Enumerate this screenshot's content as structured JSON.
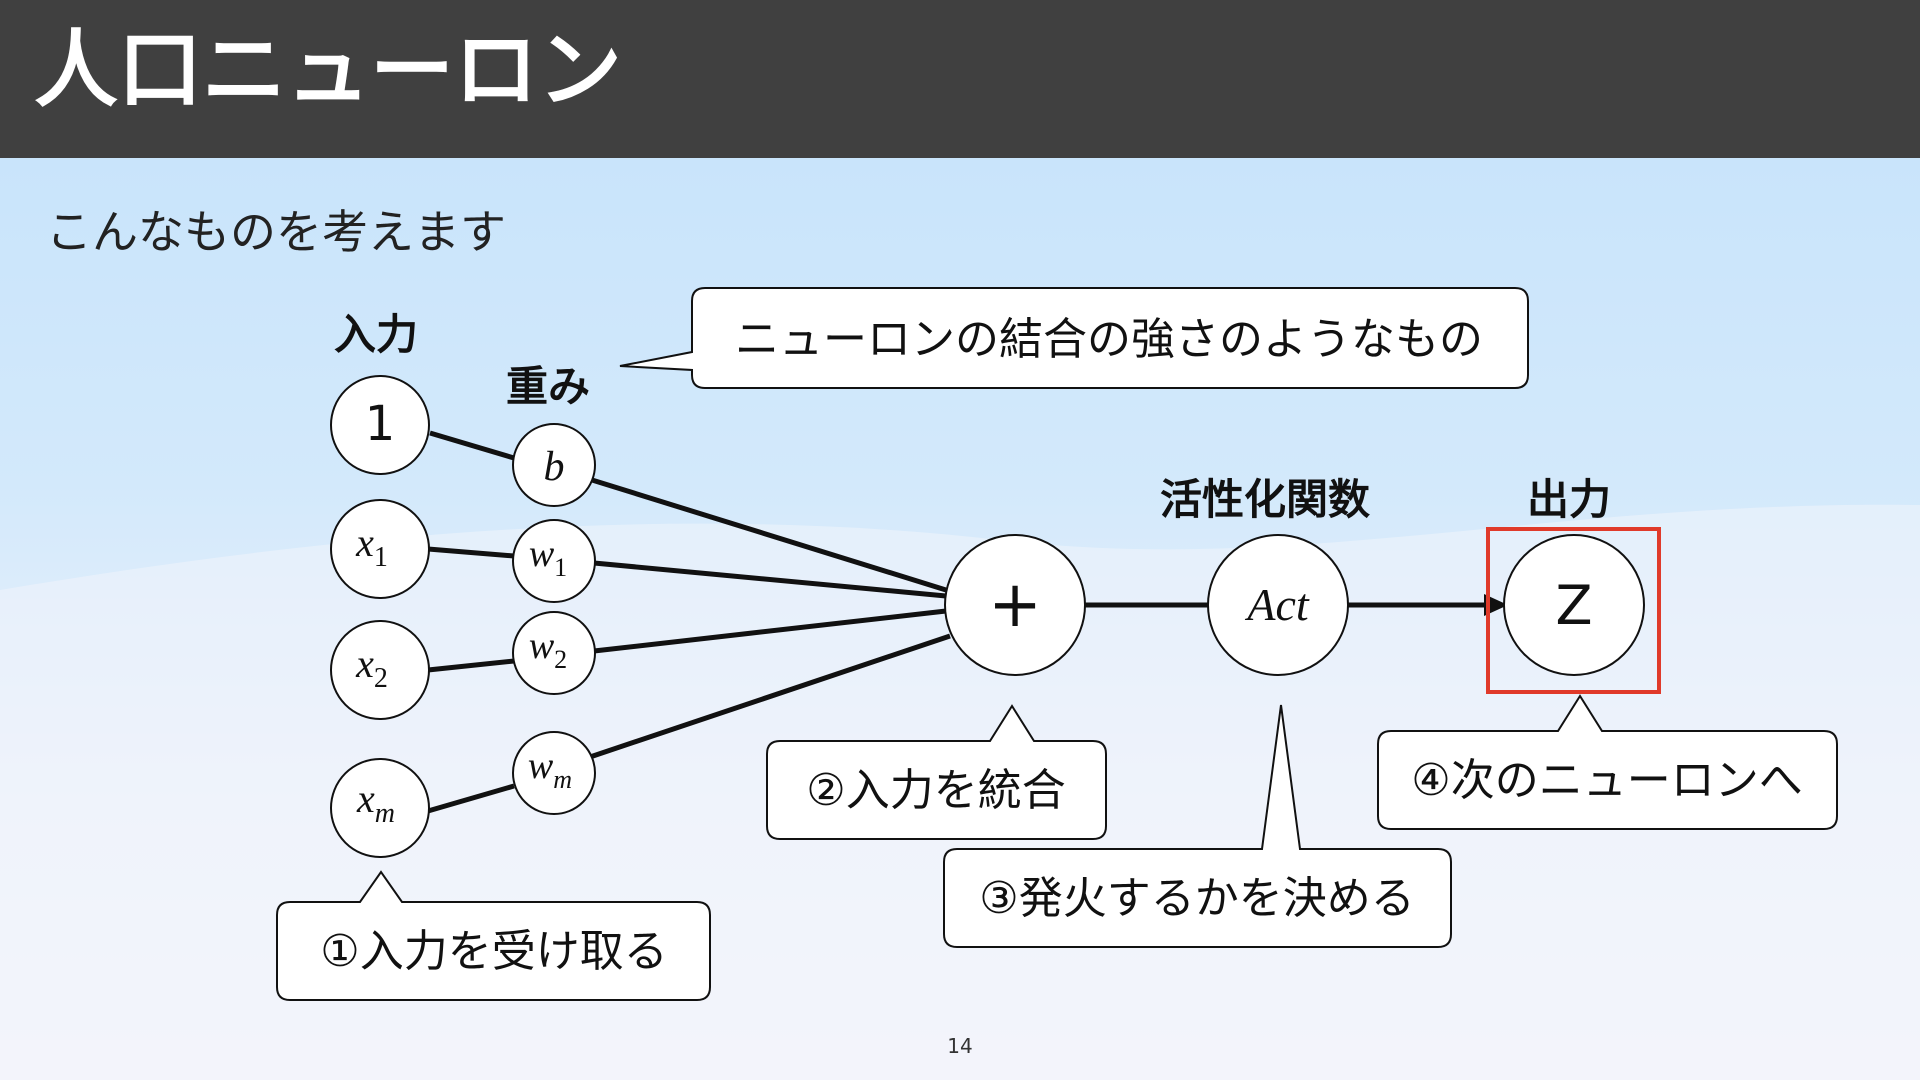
{
  "header": {
    "title": "人口ニューロン"
  },
  "subtitle": "こんなものを考えます",
  "labels": {
    "input": "入力",
    "weight": "重み",
    "activation": "活性化関数",
    "output": "出力"
  },
  "inputs": {
    "one": "1",
    "x": "x",
    "sub1": "1",
    "sub2": "2",
    "subm": "m"
  },
  "weights": {
    "b": "b",
    "w": "w",
    "sub1": "1",
    "sub2": "2",
    "subm": "m"
  },
  "sum_node": "+",
  "act_node": "Act",
  "output_node": "Z",
  "callouts": {
    "weight_note": "ニューロンの結合の強さのようなもの",
    "step1": "①入力を受け取る",
    "step2": "②入力を統合",
    "step3": "③発火するかを決める",
    "step4": "④次のニューロンへ"
  },
  "colors": {
    "highlight": "#e03a2a",
    "header_bg": "#404040"
  },
  "page_number": "14"
}
